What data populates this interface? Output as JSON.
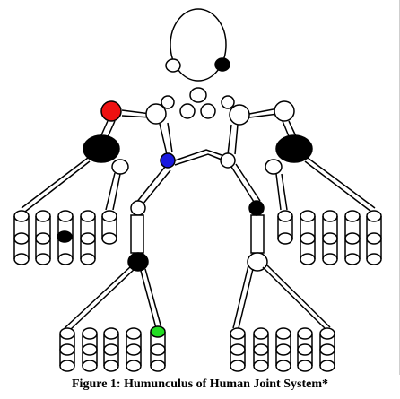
{
  "caption": "Figure 1: Humunculus of Human Joint System*",
  "colors": {
    "stroke": "#000000",
    "joint_fill": "#ffffff",
    "black_joint": "#000000",
    "red_joint": "#ee1111",
    "blue_joint": "#1a1adf",
    "green_joint": "#22dd22"
  },
  "diagram": {
    "subject": "human joint system humunculus",
    "highlighted_joints": [
      "red",
      "blue",
      "green"
    ]
  }
}
